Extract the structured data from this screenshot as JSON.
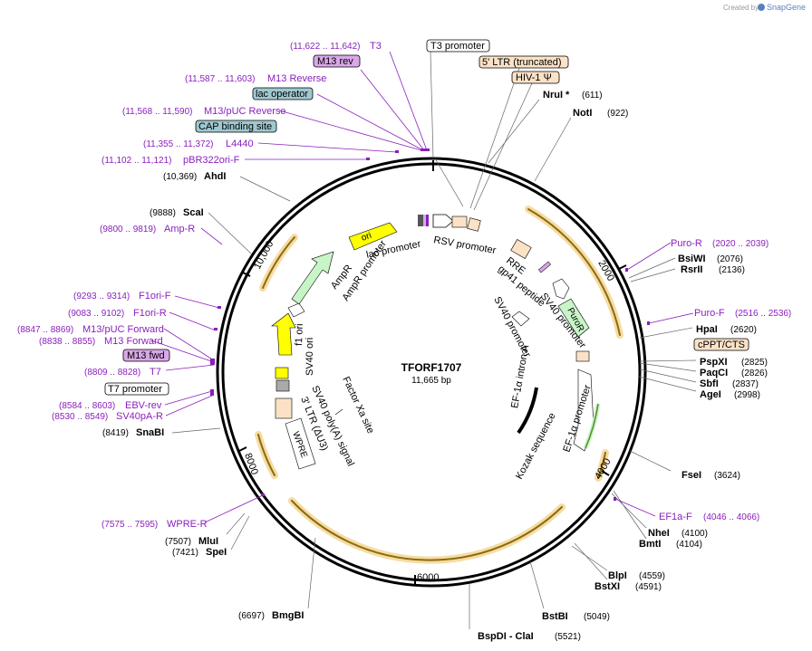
{
  "header": {
    "created_by": "Created by",
    "brand": "SnapGene"
  },
  "plasmid": {
    "name": "TFORF1707",
    "size": "11,665 bp"
  },
  "ticks": [
    "2000",
    "4000",
    "6000",
    "8000",
    "10,000"
  ],
  "boxed_labels": {
    "t3_promoter": "T3 promoter",
    "ltr5": "5' LTR (truncated)",
    "hiv1": "HIV-1 Ψ",
    "m13rev": "M13 rev",
    "lac_operator": "lac operator",
    "cap": "CAP binding site",
    "cppt": "cPPT/CTS",
    "m13fwd": "M13 fwd",
    "t7_promoter": "T7 promoter"
  },
  "primers": {
    "t3": {
      "name": "T3",
      "coord": "(11,622 .. 11,642)"
    },
    "m13reverse": {
      "name": "M13 Reverse",
      "coord": "(11,587 .. 11,603)"
    },
    "m13puc_rev": {
      "name": "M13/pUC Reverse",
      "coord": "(11,568 .. 11,590)"
    },
    "l4440": {
      "name": "L4440",
      "coord": "(11,355 .. 11,372)"
    },
    "pbr322": {
      "name": "pBR322ori-F",
      "coord": "(11,102 .. 11,121)"
    },
    "ampr": {
      "name": "Amp-R",
      "coord": "(9800 .. 9819)"
    },
    "f1orif": {
      "name": "F1ori-F",
      "coord": "(9293 .. 9314)"
    },
    "f1orir": {
      "name": "F1ori-R",
      "coord": "(9083 .. 9102)"
    },
    "m13puc_fwd": {
      "name": "M13/pUC Forward",
      "coord": "(8847 .. 8869)"
    },
    "m13forward": {
      "name": "M13 Forward",
      "coord": "(8838 .. 8855)"
    },
    "t7": {
      "name": "T7",
      "coord": "(8809 .. 8828)"
    },
    "ebvrev": {
      "name": "EBV-rev",
      "coord": "(8584 .. 8603)"
    },
    "sv40par": {
      "name": "SV40pA-R",
      "coord": "(8530 .. 8549)"
    },
    "wpre": {
      "name": "WPRE-R",
      "coord": "(7575 .. 7595)"
    },
    "puror": {
      "name": "Puro-R",
      "coord": "(2020 .. 2039)"
    },
    "purof": {
      "name": "Puro-F",
      "coord": "(2516 .. 2536)"
    },
    "ef1af": {
      "name": "EF1a-F",
      "coord": "(4046 .. 4066)"
    }
  },
  "sites": {
    "nrui": {
      "name": "NruI *",
      "coord": "(611)"
    },
    "noti": {
      "name": "NotI",
      "coord": "(922)"
    },
    "ahdi": {
      "name": "AhdI",
      "coord": "(10,369)"
    },
    "scai": {
      "name": "ScaI",
      "coord": "(9888)"
    },
    "snabi": {
      "name": "SnaBI",
      "coord": "(8419)"
    },
    "mlui": {
      "name": "MluI",
      "coord": "(7507)"
    },
    "spei": {
      "name": "SpeI",
      "coord": "(7421)"
    },
    "bmgbi": {
      "name": "BmgBI",
      "coord": "(6697)"
    },
    "bspdi": {
      "name": "BspDI - ClaI",
      "coord": "(5521)"
    },
    "bstbi": {
      "name": "BstBI",
      "coord": "(5049)"
    },
    "blpi": {
      "name": "BlpI",
      "coord": "(4559)"
    },
    "bstxi": {
      "name": "BstXI",
      "coord": "(4591)"
    },
    "nhei": {
      "name": "NheI",
      "coord": "(4100)"
    },
    "bmti": {
      "name": "BmtI",
      "coord": "(4104)"
    },
    "fsei": {
      "name": "FseI",
      "coord": "(3624)"
    },
    "agei": {
      "name": "AgeI",
      "coord": "(2998)"
    },
    "sbfi": {
      "name": "SbfI",
      "coord": "(2837)"
    },
    "paqci": {
      "name": "PaqCI",
      "coord": "(2826)"
    },
    "pspxi": {
      "name": "PspXI",
      "coord": "(2825)"
    },
    "hpai": {
      "name": "HpaI",
      "coord": "(2620)"
    },
    "rsrii": {
      "name": "RsrII",
      "coord": "(2136)"
    },
    "bsiwi": {
      "name": "BsiWI",
      "coord": "(2076)"
    }
  },
  "features": {
    "ori": "ori",
    "lac_promoter": "lac promoter",
    "rsv_promoter": "RSV promoter",
    "rre": "RRE",
    "gp41": "gp41 peptide",
    "sv40_promoter_a": "SV40 promoter",
    "puror": "PuroR",
    "sv40_promoter_b": "SV40 promoter",
    "ef1a_intron": "EF-1α intron A",
    "ef1a_promoter": "EF-1α promoter",
    "kozak": "Kozak sequence",
    "factor_xa": "Factor Xa site",
    "sv40_polya": "SV40 poly(A) signal",
    "ltr3": "3' LTR (ΔU3)",
    "wpre": "WPRE",
    "sv40_ori": "SV40 ori",
    "f1_ori": "f1 ori",
    "ampr": "AmpR",
    "ampr_promoter": "AmpR promoter"
  },
  "colors": {
    "primer": "#8a1fbd",
    "feature_orange": "#fbe2c7",
    "feature_yellow": "#ffff00",
    "feature_green": "#c8f5c8",
    "feature_purple": "#d9a7e8",
    "feature_teal": "#9fc8d0"
  }
}
